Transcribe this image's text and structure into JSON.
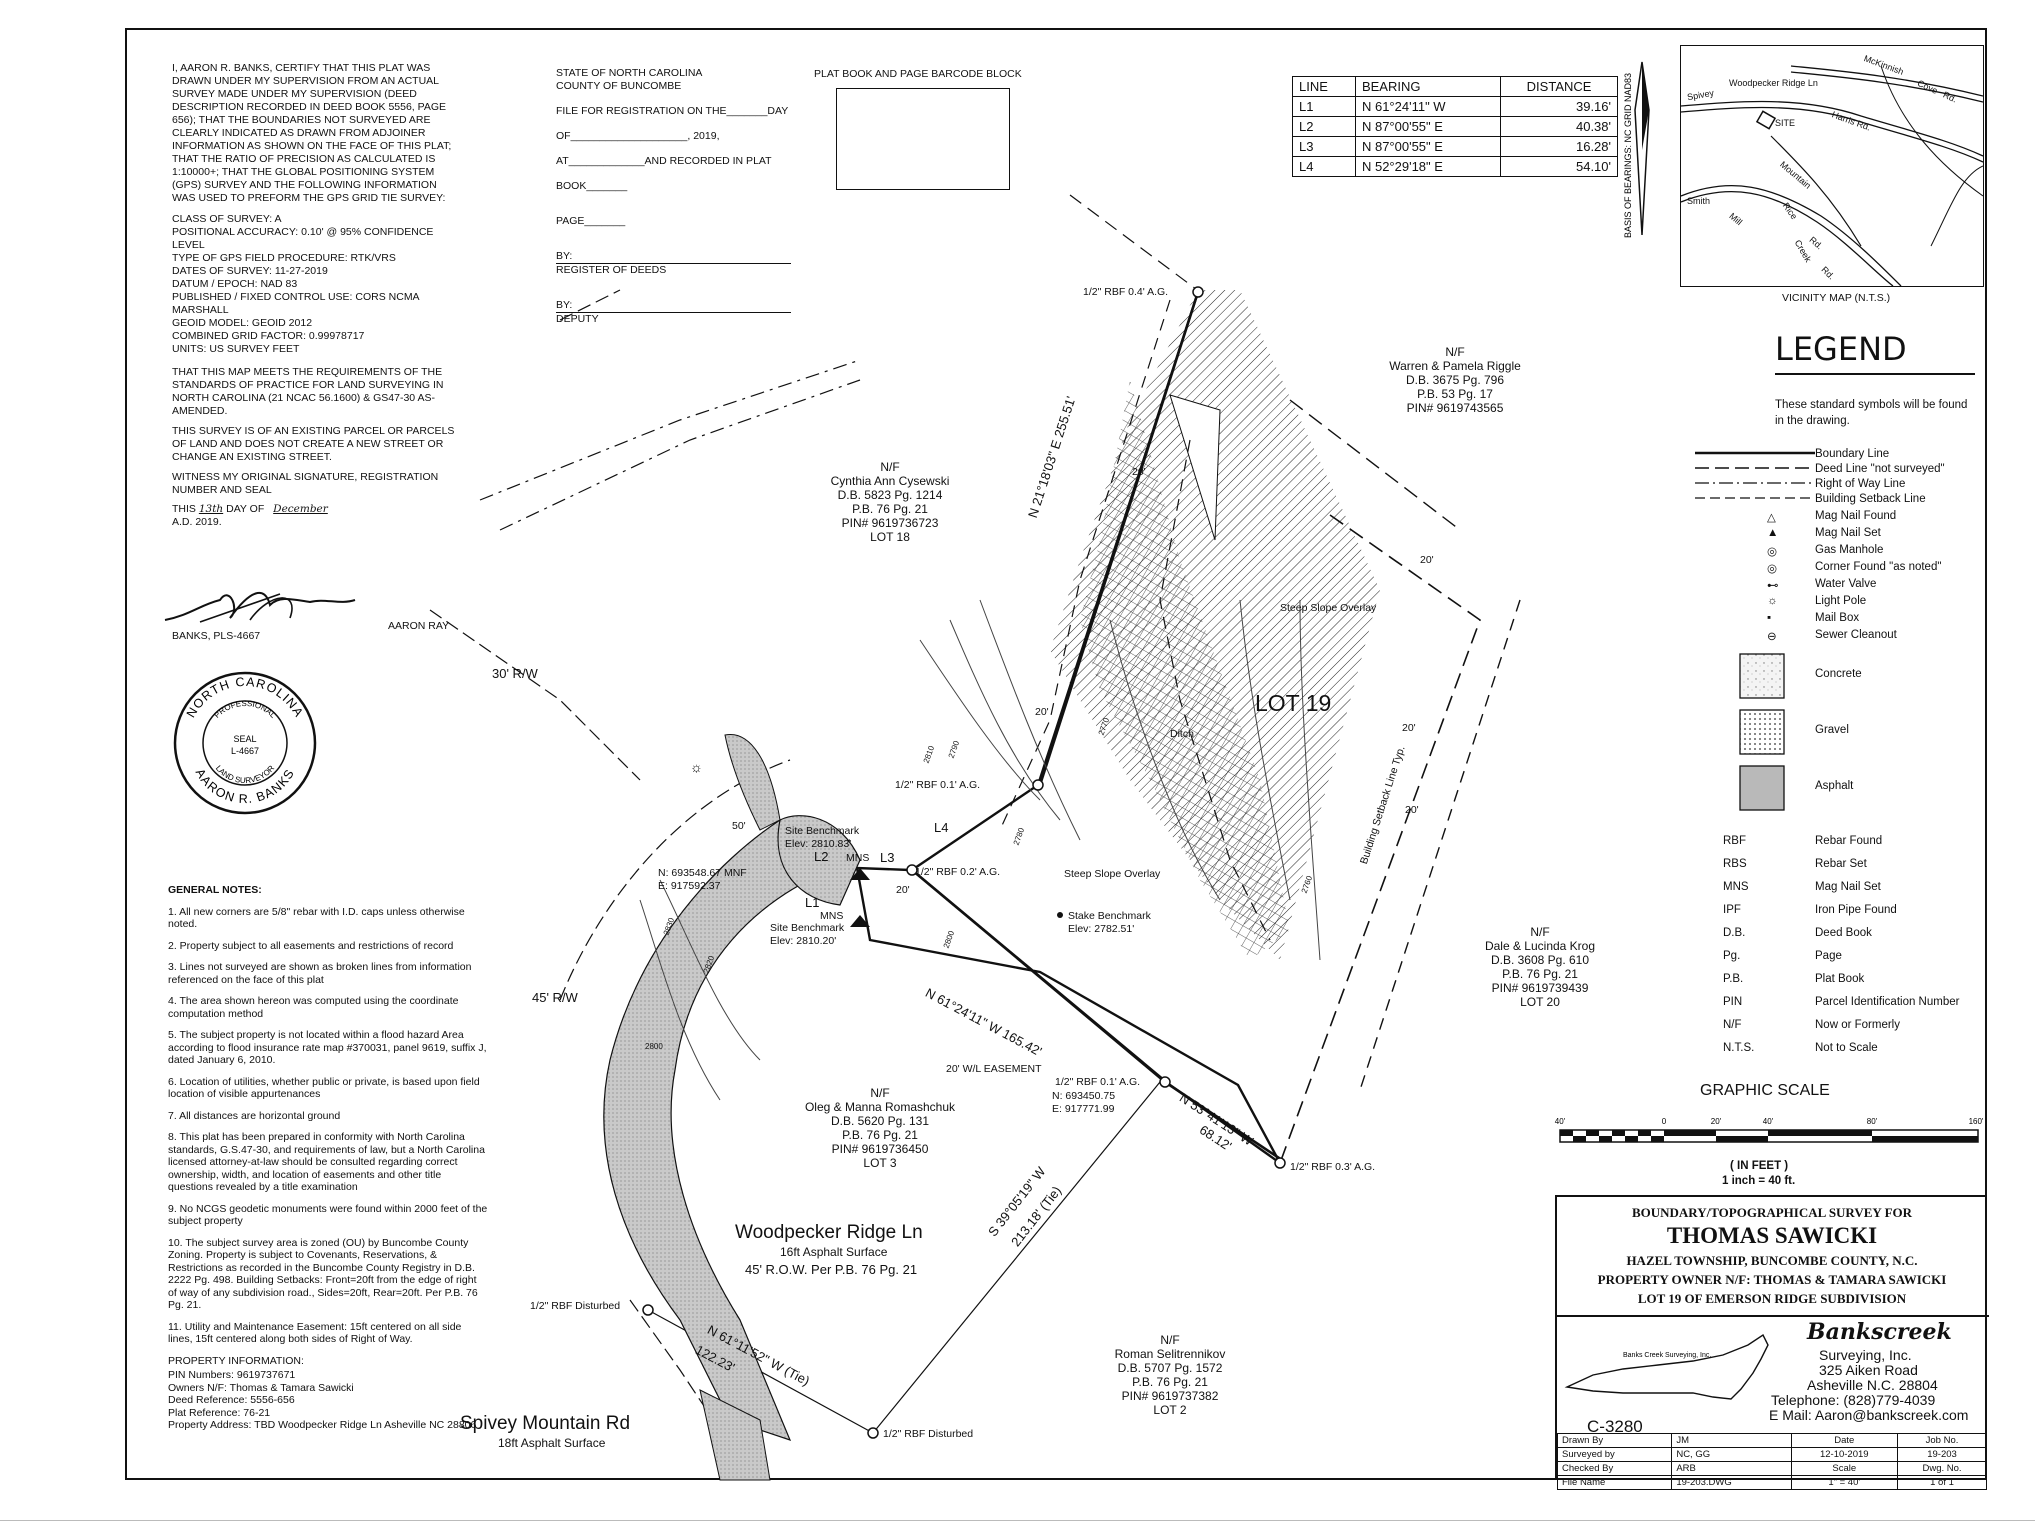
{
  "certification": {
    "text": "I, AARON R. BANKS, CERTIFY THAT THIS PLAT WAS DRAWN UNDER MY SUPERVISION FROM AN ACTUAL SURVEY MADE UNDER MY SUPERVISION (DEED DESCRIPTION RECORDED IN DEED BOOK 5556, PAGE 656); THAT THE BOUNDARIES NOT SURVEYED ARE CLEARLY INDICATED AS DRAWN FROM ADJOINER INFORMATION AS SHOWN ON THE FACE OF THIS PLAT; THAT THE RATIO OF PRECISION AS CALCULATED IS 1:10000+; THAT THE GLOBAL POSITIONING SYSTEM (GPS) SURVEY AND THE FOLLOWING INFORMATION WAS USED TO PREFORM THE GPS GRID TIE SURVEY:",
    "survey_info": "CLASS OF SURVEY: A\nPOSITIONAL ACCURACY: 0.10' @ 95% CONFIDENCE LEVEL\nTYPE OF GPS FIELD PROCEDURE: RTK/VRS\nDATES OF SURVEY: 11-27-2019\nDATUM / EPOCH: NAD 83\nPUBLISHED / FIXED CONTROL USE: CORS NCMA MARSHALL\nGEOID MODEL: GEOID 2012\nCOMBINED GRID FACTOR: 0.99978717\nUNITS: US SURVEY FEET",
    "standards": "THAT THIS MAP MEETS THE REQUIREMENTS OF THE STANDARDS OF PRACTICE FOR LAND SURVEYING IN NORTH CAROLINA (21 NCAC 56.1600) & GS47-30 AS-AMENDED.",
    "existing_parcel": "THIS SURVEY IS OF AN EXISTING PARCEL OR PARCELS OF LAND AND DOES NOT CREATE A NEW STREET OR CHANGE AN EXISTING STREET.",
    "witness": "WITNESS MY ORIGINAL SIGNATURE, REGISTRATION NUMBER AND SEAL",
    "this_label": "THIS",
    "day_value": "13th",
    "day_of_label": "DAY OF",
    "month_value": "December",
    "year": "A.D. 2019.",
    "signer_left": "BANKS, PLS-4667",
    "signer_right": "AARON RAY"
  },
  "seal": {
    "top": "NORTH CAROLINA",
    "middle_top": "PROFESSIONAL",
    "seal_label": "SEAL",
    "seal_no": "L-4667",
    "middle_bottom": "LAND SURVEYOR",
    "bottom": "AARON R. BANKS"
  },
  "registration": {
    "state": "STATE OF NORTH CAROLINA",
    "county": "COUNTY OF BUNCOMBE",
    "file_line": "FILE FOR REGISTRATION ON THE_______DAY",
    "of_line": "OF____________________, 2019,",
    "at_line": "AT_____________AND RECORDED IN PLAT",
    "book_line": "BOOK_______",
    "page_line": "PAGE_______",
    "by1": "BY:",
    "register": "REGISTER OF DEEDS",
    "by2": "BY:",
    "deputy": "DEPUTY"
  },
  "barcode_block": "PLAT BOOK AND PAGE BARCODE BLOCK",
  "line_table": {
    "headers": [
      "LINE",
      "BEARING",
      "DISTANCE"
    ],
    "rows": [
      [
        "L1",
        "N 61°24'11\" W",
        "39.16'"
      ],
      [
        "L2",
        "N 87°00'55\" E",
        "40.38'"
      ],
      [
        "L3",
        "N 87°00'55\" E",
        "16.28'"
      ],
      [
        "L4",
        "N 52°29'18\" E",
        "54.10'"
      ]
    ]
  },
  "basis_of_bearings": "BASIS OF BEARINGS: NC GRID NAD83",
  "vicinity": {
    "caption": "VICINITY MAP (N.T.S.)",
    "labels": [
      "McKinnish",
      "Cove",
      "Rd.",
      "Spivey",
      "Woodpecker Ridge Ln",
      "SITE",
      "Harris Rd.",
      "Mountain",
      "Smith",
      "Mill",
      "Rice",
      "Rd.",
      "Creek",
      "Rd."
    ]
  },
  "legend": {
    "title": "LEGEND",
    "subtitle": "These standard symbols will be found in the drawing.",
    "line_items": [
      "Boundary Line",
      "Deed Line \"not surveyed\"",
      "Right of Way Line",
      "Building Setback Line"
    ],
    "symbol_items": [
      "Mag Nail Found",
      "Mag Nail Set",
      "Gas Manhole",
      "Corner Found \"as noted\"",
      "Water Valve",
      "Light Pole",
      "Mail Box",
      "Sewer Cleanout"
    ],
    "symbol_glyphs": [
      "△",
      "▲",
      "◎",
      "◎",
      "⊷",
      "☼",
      "▪",
      "⊖"
    ],
    "fill_items": [
      "Concrete",
      "Gravel",
      "Asphalt"
    ],
    "abbrev": [
      [
        "RBF",
        "Rebar Found"
      ],
      [
        "RBS",
        "Rebar Set"
      ],
      [
        "MNS",
        "Mag Nail Set"
      ],
      [
        "IPF",
        "Iron Pipe Found"
      ],
      [
        "D.B.",
        "Deed Book"
      ],
      [
        "Pg.",
        "Page"
      ],
      [
        "P.B.",
        "Plat Book"
      ],
      [
        "PIN",
        "Parcel Identification Number"
      ],
      [
        "N/F",
        "Now or Formerly"
      ],
      [
        "N.T.S.",
        "Not to Scale"
      ]
    ]
  },
  "graphic_scale": {
    "title": "GRAPHIC SCALE",
    "ticks": [
      "40'",
      "0",
      "20'",
      "40'",
      "80'",
      "160'"
    ],
    "in_feet": "( IN FEET )",
    "ratio": "1 inch = 40 ft."
  },
  "title_block": {
    "line1": "BOUNDARY/TOPOGRAPHICAL SURVEY FOR",
    "client": "THOMAS SAWICKI",
    "line3": "HAZEL TOWNSHIP, BUNCOMBE COUNTY, N.C.",
    "line4": "PROPERTY OWNER N/F: THOMAS & TAMARA SAWICKI",
    "line5": "LOT 19 OF EMERSON RIDGE SUBDIVISION",
    "nc_map_text": "Banks Creek Surveying, Inc.",
    "license": "C-3280",
    "company": "Bankscreek",
    "company2": "Surveying, Inc.",
    "addr1": "325 Aiken Road",
    "addr2": "Asheville N.C. 28804",
    "phone": "Telephone:   (828)779-4039",
    "email": "E Mail: Aaron@bankscreek.com",
    "info": [
      [
        "Drawn By",
        "JM",
        "Date",
        "Job No."
      ],
      [
        "Surveyed by",
        "NC, GG",
        "12-10-2019",
        "19-203"
      ],
      [
        "Checked By",
        "ARB",
        "Scale",
        "Dwg. No."
      ],
      [
        "File Name",
        "19-203.DWG",
        "1\" = 40'",
        "1 of 1"
      ]
    ]
  },
  "general_notes": {
    "title": "GENERAL NOTES:",
    "items": [
      "1.  All new corners are 5/8\" rebar with I.D. caps unless otherwise noted.",
      "2.  Property subject to all easements and restrictions of record",
      "3.  Lines not surveyed are shown as broken lines from information referenced on the face of this plat",
      "4.  The area shown hereon was computed using the coordinate computation method",
      "5.  The subject property is not located within a flood hazard Area according to flood insurance rate map #370031, panel 9619, suffix J, dated January 6, 2010.",
      "6.  Location of utilities, whether public or private, is based upon field location of visible appurtenances",
      "7.  All distances are horizontal ground",
      "8.  This plat has been prepared in conformity with North Carolina standards, G.S.47-30, and requirements of law, but a North Carolina licensed attorney-at-law should be consulted regarding correct ownership, width, and location of easements and other title questions revealed by a title examination",
      "9.  No NCGS geodetic monuments were found within 2000 feet of the subject property",
      "10. The subject survey area is zoned (OU) by Buncombe County Zoning. Property is subject to Covenants, Reservations, & Restrictions as recorded in the Buncombe County Registry in D.B. 2222 Pg. 498. Building Setbacks: Front=20ft from the edge of right of way of any subdivision road., Sides=20ft, Rear=20ft. Per P.B. 76 Pg. 21.",
      "11. Utility and Maintenance Easement: 15ft centered on all side lines, 15ft centered along both sides of Right of Way."
    ]
  },
  "property_info": {
    "title": "PROPERTY INFORMATION:",
    "text": "PIN Numbers: 9619737671\nOwners N/F: Thomas & Tamara Sawicki\nDeed Reference: 5556-656\nPlat Reference: 76-21\nProperty Address: TBD Woodpecker Ridge Ln Asheville NC 28806"
  },
  "map": {
    "adjoiners": [
      {
        "id": "cysewski",
        "text": "N/F\nCynthia Ann Cysewski\nD.B. 5823 Pg. 1214\nP.B. 76 Pg. 21\nPIN# 9619736723\nLOT 18"
      },
      {
        "id": "riggle",
        "text": "N/F\nWarren & Pamela Riggle\nD.B. 3675 Pg. 796\nP.B. 53 Pg. 17\nPIN# 9619743565"
      },
      {
        "id": "krog",
        "text": "N/F\nDale & Lucinda Krog\nD.B. 3608 Pg. 610\nP.B. 76 Pg. 21\nPIN# 9619739439\nLOT 20"
      },
      {
        "id": "romashchuk",
        "text": "N/F\nOleg & Manna Romashchuk\nD.B. 5620 Pg. 131\nP.B. 76 Pg. 21\nPIN# 9619736450\nLOT 3"
      },
      {
        "id": "selitrennikov",
        "text": "N/F\nRoman Selitrennikov\nD.B. 5707 Pg. 1572\nP.B. 76 Pg. 21\nPIN# 9619737382\nLOT 2"
      }
    ],
    "lot_label": "LOT 19",
    "road1": {
      "name": "Woodpecker Ridge Ln",
      "surface": "16ft Asphalt Surface",
      "row": "45' R.O.W. Per P.B. 76 Pg. 21"
    },
    "road2": {
      "name": "Spivey Mountain Rd",
      "surface": "18ft Asphalt Surface"
    },
    "row_labels": [
      "30' R/W",
      "45' R/W"
    ],
    "bearings": [
      "N 21°18'03\" E 255.51'",
      "N 61°24'11\" W 165.42'",
      "N 53°41'13\" W",
      "68.12'",
      "S 39°05'19\" W",
      "213.18' (Tie)",
      "N 61°11'52\" W (Tie)",
      "122.23'"
    ],
    "monuments": [
      "1/2\" RBF 0.4' A.G.",
      "1/2\" RBF 0.1' A.G.",
      "1/2\" RBF 0.1' A.G.",
      "1/2\" RBF 0.3' A.G.",
      "1/2\" RBF Disturbed",
      "1/2\" RBF Disturbed",
      "1/2\" RBF 0.2' A.G."
    ],
    "benchmarks": [
      "Site Benchmark\nElev: 2810.83'",
      "Site Benchmark\nElev: 2810.20'",
      "Stake Benchmark\nElev: 2782.51'"
    ],
    "coords": [
      "N: 693548.67 MNF\nE: 917592.37",
      "N: 693450.75\nE: 917771.99"
    ],
    "overlays": [
      "Steep Slope Overlay",
      "Steep Slope Overlay",
      "Ditch",
      "Building Setback Line Typ."
    ],
    "easement": "20' W/L EASEMENT",
    "setbacks": [
      "20'",
      "20'",
      "20'",
      "20'",
      "20'",
      "20'",
      "50'"
    ],
    "line_tags": [
      "L1",
      "L2",
      "L3",
      "L4",
      "MNS",
      "MNS"
    ],
    "contours": [
      "2810",
      "2790",
      "2770",
      "2800",
      "2780",
      "2760",
      "2820",
      "2830",
      "2800"
    ]
  }
}
